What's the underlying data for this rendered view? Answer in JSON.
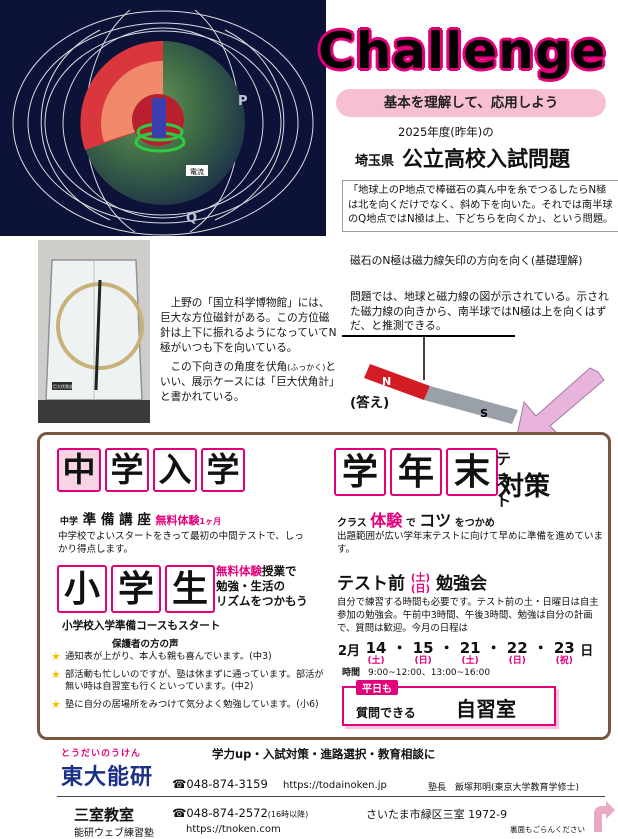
{
  "header": {
    "title": "Challenge",
    "subtitle": "基本を理解して、応用しよう",
    "year_line": "2025年度(昨年)の",
    "prefecture": "埼玉県",
    "exam_title": "公立高校入試問題"
  },
  "figure": {
    "label_p": "P",
    "label_q": "Q",
    "label_core": "電流"
  },
  "question": {
    "text": "「地球上のP地点で棒磁石の真ん中を糸でつるしたらN極は北を向くだけでなく、斜め下を向いた。それでは南半球のQ地点ではN極は上、下どちらを向くか」、という問題。",
    "basic_understanding": "磁石のN極は磁力線矢印の方向を向く(基礎理解)",
    "reasoning": "問題では、地球と磁力線の図が示されている。示された磁力線の向きから、南半球ではN極は上を向くはずだ、と推測できる。",
    "answer_label": "(答え)",
    "magnet_n": "N",
    "magnet_s": "S"
  },
  "museum": {
    "p1": "上野の「国立科学博物館」には、巨大な方位磁針がある。この方位磁針は上下に振れるようになっていてN極がいつも下を向いている。",
    "p2_a": "この下向きの角度を伏角",
    "p2_ruby": "(ふっかく)",
    "p2_b": "といい、展示ケースには「巨大伏角計」と書かれている。",
    "case_label": "巨大伏角計"
  },
  "entrance": {
    "title_chars": [
      "中",
      "学",
      "入",
      "学"
    ],
    "course_prefix": "中学",
    "course_name": "準 備 講 座",
    "free_trial": "無料体験",
    "free_trial_period": "1ヶ月",
    "desc": "中学校でよいスタートをきって最初の中間テストで、しっかり得点します。"
  },
  "elementary": {
    "title_chars": [
      "小",
      "学",
      "生"
    ],
    "free_trial": "無料体験",
    "side_suffix": "授業で",
    "side_line2": "勉強・生活の",
    "side_line3": "リズムをつかもう",
    "course": "小学校入学準備コースもスタート",
    "voices_heading": "保護者の方の声",
    "voices": [
      "通知表が上がり、本人も親も喜んでいます。(中3)",
      "部活動も忙しいのですが、塾は休まずに通っています。部活が無い時は自習室も行くといっています。(中2)",
      "塾に自分の居場所をみつけて気分よく勉強しています。(小6)"
    ]
  },
  "term": {
    "title_chars": [
      "学",
      "年",
      "末"
    ],
    "test": "テスト",
    "taisaku": "対策",
    "class_pre": "クラス",
    "class_taiken": "体験",
    "class_de": "で",
    "class_kotsu": "コツ",
    "class_post": "をつかめ",
    "desc": "出題範囲が広い学年末テストに向けて早めに準備を進めています。"
  },
  "study": {
    "title_a": "テスト前",
    "title_sat": "(土)",
    "title_sun": "(日)",
    "title_b": "勉強会",
    "desc": "自分で練習する時間も必要です。テスト前の土・日曜日は自主参加の勉強会。午前中3時間、午後3時間、勉強は自分の計画で、質問は歓迎。今月の日程は",
    "month": "2月",
    "dates": [
      {
        "d": "14",
        "w": "(土)"
      },
      {
        "d": "15",
        "w": "(日)"
      },
      {
        "d": "21",
        "w": "(土)"
      },
      {
        "d": "22",
        "w": "(日)"
      },
      {
        "d": "23",
        "w": "(祝)"
      }
    ],
    "date_suffix": "日",
    "hours_label": "時間",
    "hours": "9:00~12:00、13:00~16:00"
  },
  "jishu": {
    "badge": "平日も",
    "line2": "質問できる",
    "big": "自習室"
  },
  "footer": {
    "logo_ruby": "とうだいのうけん",
    "logo_main": "東大能研",
    "services": "学力up・入試対策・進路選択・教育相談に",
    "main_phone": "☎048-874-3159",
    "main_url": "https://todainoken.jp",
    "director": "塾長　飯塚邦明(東京大学教育学修士)",
    "branch": "三室教室",
    "branch_phone": "☎048-874-2572",
    "branch_phone_note": "(16時以降)",
    "branch_addr": "さいたま市緑区三室 1972-9",
    "web": "能研ウェブ練習塾",
    "web_url": "https://tnoken.com",
    "back_note": "裏面もごらんください"
  },
  "colors": {
    "accent_pink": "#e2007a",
    "pill_pink": "#f6bfd2",
    "box_brown": "#7a5640",
    "logo_blue": "#1c2f86",
    "magnet_red": "#d41c24",
    "magnet_gray": "#9aa0a8"
  }
}
